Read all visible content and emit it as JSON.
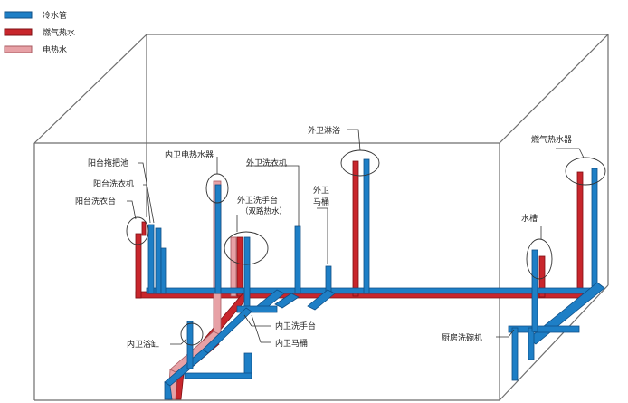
{
  "legend": {
    "items": [
      {
        "label": "冷水管",
        "color": "#1e7fc6"
      },
      {
        "label": "燃气热水",
        "color": "#c8262c"
      },
      {
        "label": "电热水",
        "color": "#e7a1a6"
      }
    ]
  },
  "labels": {
    "balcony_mop_sink": "阳台拖把池",
    "balcony_washer": "阳台洗衣机",
    "balcony_laundry_sink": "阳台洗衣台",
    "inner_bath_heater": "内卫电热水器",
    "outer_bath_washer": "外卫洗衣机",
    "outer_bath_basin_l1": "外卫洗手台",
    "outer_bath_basin_l2": "（双路热水）",
    "outer_bath_toilet_l1": "外卫",
    "outer_bath_toilet_l2": "马桶",
    "outer_bath_shower": "外卫淋浴",
    "gas_heater": "燃气热水器",
    "sink": "水槽",
    "inner_bath_basin": "内卫洗手台",
    "inner_bath_toilet": "内卫马桶",
    "inner_bath_tub": "内卫浴缸",
    "kitchen_dishwasher": "厨房洗碗机"
  },
  "colors": {
    "cold": "#1e7fc6",
    "cold_edge": "#0f4f86",
    "hot": "#c8262c",
    "hot_edge": "#7f1014",
    "electric": "#e7a1a6",
    "electric_edge": "#a85a60",
    "room_edge": "#6d6d6d"
  }
}
